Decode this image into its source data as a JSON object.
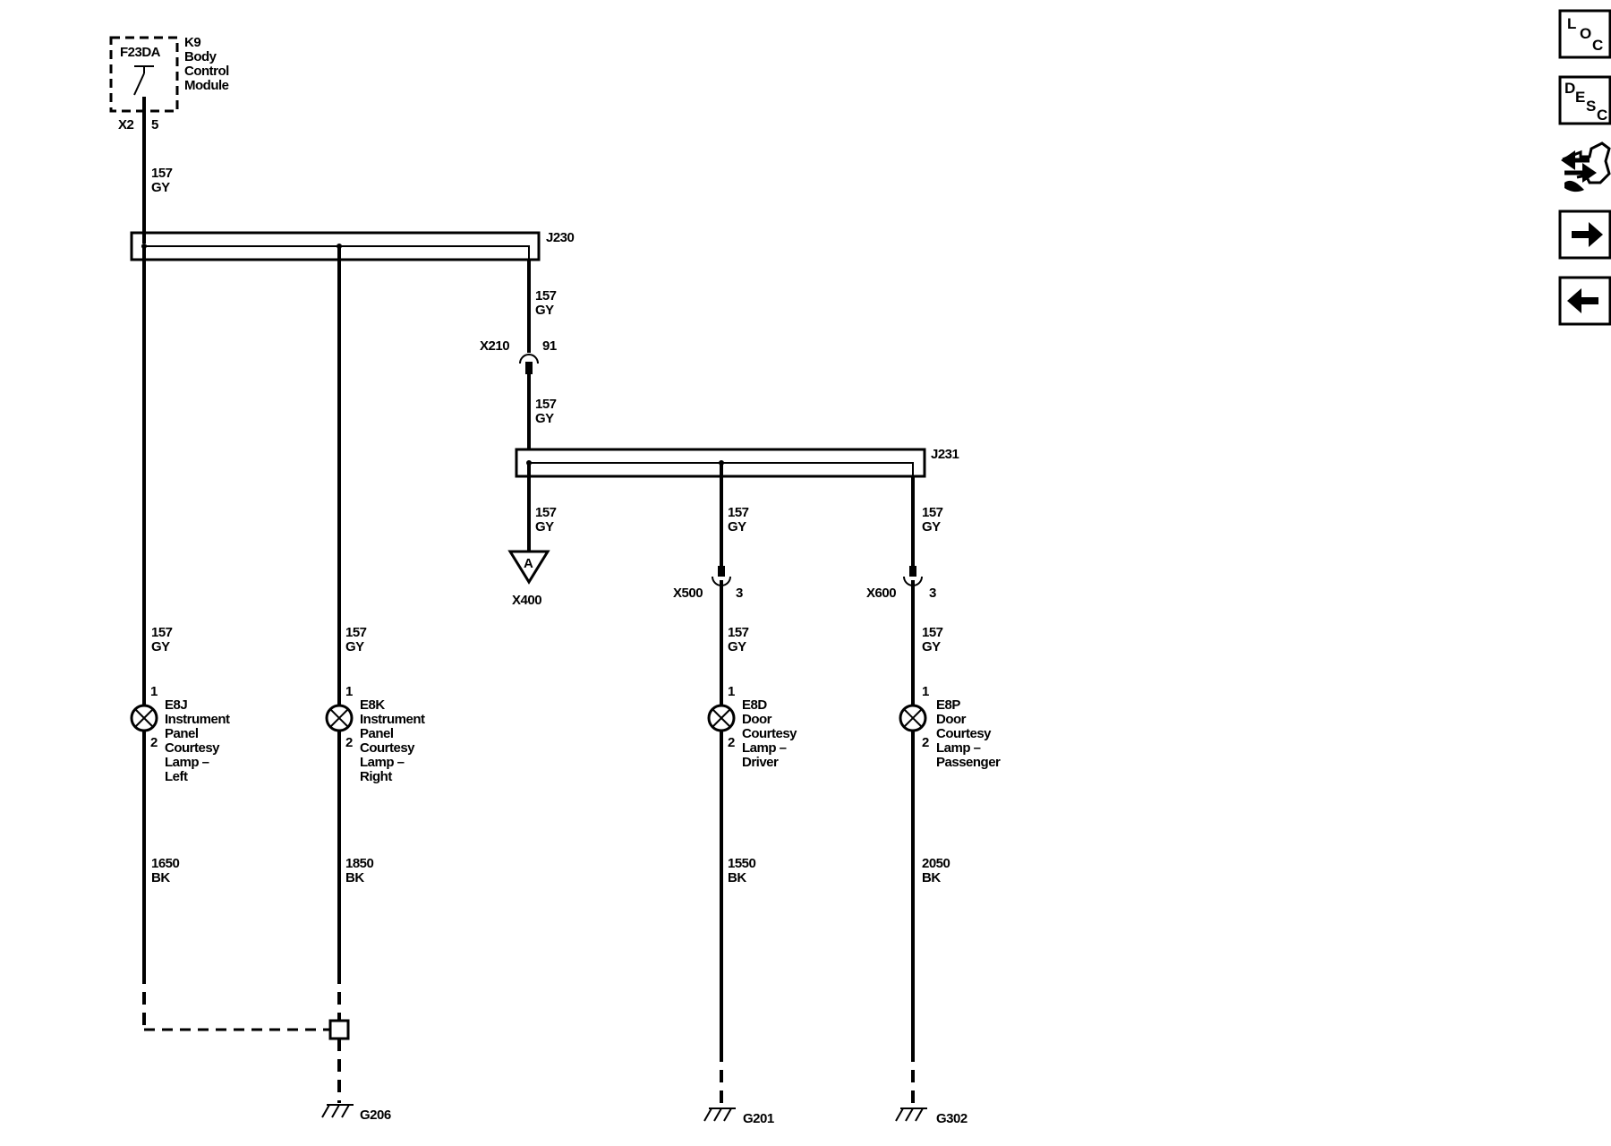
{
  "module": {
    "fuse": "F23DA",
    "title": [
      "K9",
      "Body",
      "Control",
      "Module"
    ],
    "connector": "X2",
    "pin": "5"
  },
  "wire_main": [
    "157",
    "GY"
  ],
  "splice_j230": "J230",
  "wire_j230_out": [
    "157",
    "GY"
  ],
  "inline_x210": {
    "name": "X210",
    "pin": "91"
  },
  "wire_x210_out": [
    "157",
    "GY"
  ],
  "splice_j231": "J231",
  "wire_to_x400": [
    "157",
    "GY"
  ],
  "x400": {
    "letter": "A",
    "name": "X400"
  },
  "wire_to_x500": [
    "157",
    "GY"
  ],
  "x500": {
    "name": "X500",
    "pin": "3"
  },
  "wire_to_x600": [
    "157",
    "GY"
  ],
  "x600": {
    "name": "X600",
    "pin": "3"
  },
  "lamp_feeds": {
    "e8j": [
      "157",
      "GY"
    ],
    "e8k": [
      "157",
      "GY"
    ],
    "e8d": [
      "157",
      "GY"
    ],
    "e8p": [
      "157",
      "GY"
    ]
  },
  "lamps": {
    "e8j": {
      "pin1": "1",
      "pin2": "2",
      "label": [
        "E8J",
        "Instrument",
        "Panel",
        "Courtesy",
        "Lamp –",
        "Left"
      ]
    },
    "e8k": {
      "pin1": "1",
      "pin2": "2",
      "label": [
        "E8K",
        "Instrument",
        "Panel",
        "Courtesy",
        "Lamp –",
        "Right"
      ]
    },
    "e8d": {
      "pin1": "1",
      "pin2": "2",
      "label": [
        "E8D",
        "Door",
        "Courtesy",
        "Lamp –",
        "Driver"
      ]
    },
    "e8p": {
      "pin1": "1",
      "pin2": "2",
      "label": [
        "E8P",
        "Door",
        "Courtesy",
        "Lamp –",
        "Passenger"
      ]
    }
  },
  "ground_wires": {
    "e8j": [
      "1650",
      "BK"
    ],
    "e8k": [
      "1850",
      "BK"
    ],
    "e8d": [
      "1550",
      "BK"
    ],
    "e8p": [
      "2050",
      "BK"
    ]
  },
  "grounds": {
    "g206": "G206",
    "g201": "G201",
    "g302": "G302"
  },
  "nav_buttons": {
    "loc": [
      "L",
      "O",
      "C"
    ],
    "desc": [
      "D",
      "E",
      "S",
      "C"
    ],
    "connector_icon": "connector-end-view-icon",
    "next_icon": "arrow-right-icon",
    "prev_icon": "arrow-left-icon"
  }
}
